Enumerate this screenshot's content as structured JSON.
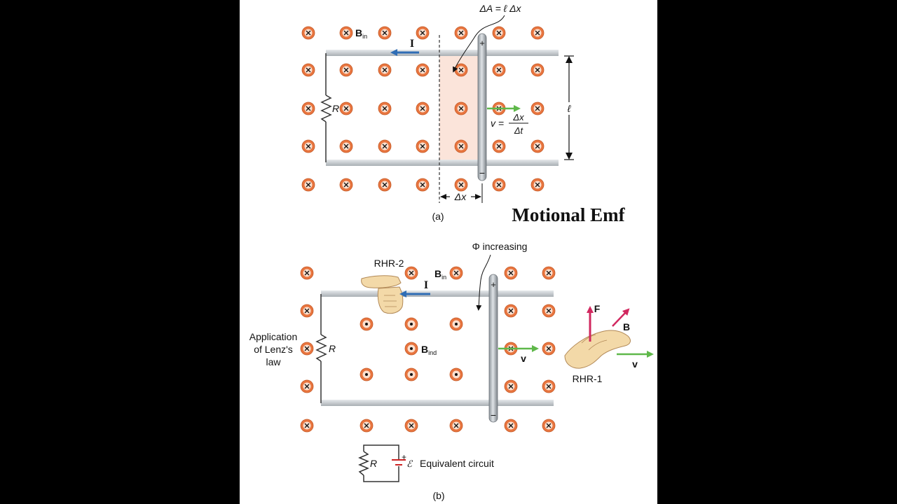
{
  "title": "Motional Emf",
  "colors": {
    "background": "#000000",
    "panel": "#ffffff",
    "field_marker": "#e8753f",
    "rail": "#c9ced2",
    "current_arrow": "#2f6db5",
    "velocity_arrow": "#5fb84a",
    "force_arrow": "#d1285f",
    "area_fill": "#fbe4da",
    "battery": "#cc2222"
  },
  "diagram_a": {
    "caption": "(a)",
    "area_label": "ΔA = ℓ Δx",
    "field_label": "B",
    "field_sub": "in",
    "current_label": "I",
    "resistor_label": "R",
    "length_label": "ℓ",
    "velocity_label": "v =",
    "velocity_num": "Δx",
    "velocity_den": "Δt",
    "dx_label": "Δx",
    "plus": "+",
    "minus": "−"
  },
  "diagram_b": {
    "caption": "(b)",
    "flux_label": "Φ increasing",
    "rhr2_label": "RHR-2",
    "rhr1_label": "RHR-1",
    "field_label": "B",
    "field_sub": "in",
    "induced_label": "B",
    "induced_sub": "ind",
    "current_label": "I",
    "resistor_label": "R",
    "lenz_lines": [
      "Application",
      "of Lenz's",
      "law"
    ],
    "velocity_label": "v",
    "force_label": "F",
    "hand_b_label": "B",
    "hand_v_label": "v",
    "plus": "+",
    "minus": "−",
    "eq_resistor_label": "R",
    "emf_plus": "+",
    "emf_symbol": "ℰ",
    "eq_label": "Equivalent circuit"
  }
}
